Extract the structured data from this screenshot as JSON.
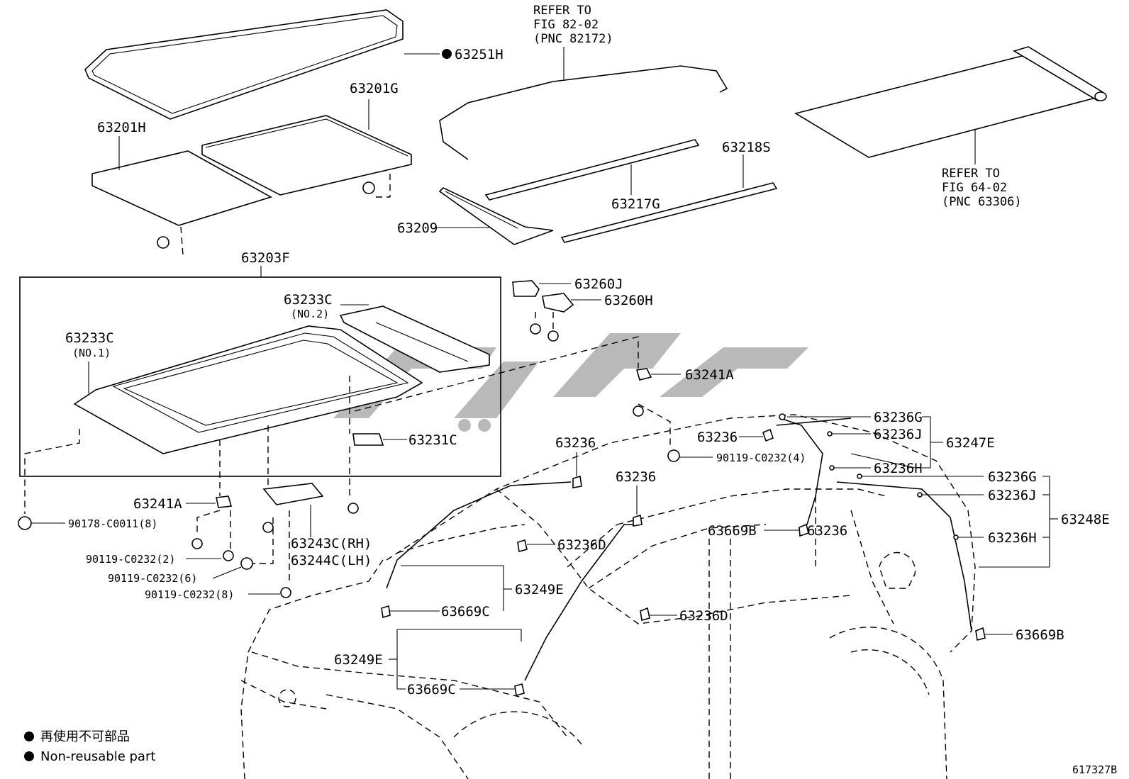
{
  "labels": {
    "p63251H": "63251H",
    "p63201G": "63201G",
    "p63201H": "63201H",
    "p63218S": "63218S",
    "p63217G": "63217G",
    "p63209": "63209",
    "p63203F": "63203F",
    "p63260J": "63260J",
    "p63260H": "63260H",
    "p63233C_no2": "63233C",
    "no2": "(NO.2)",
    "p63233C_no1": "63233C",
    "no1": "(NO.1)",
    "p63241A_top": "63241A",
    "p63231C": "63231C",
    "p63236G_top": "63236G",
    "p63236_a": "63236",
    "p63236J_top": "63236J",
    "p63247E": "63247E",
    "b90119_4": "90119-C0232(4)",
    "p63236H_top": "63236H",
    "p63236G_mid": "63236G",
    "p63236_b": "63236",
    "p63236_c": "63236",
    "p63236J_mid": "63236J",
    "p63248E": "63248E",
    "p63241A_left": "63241A",
    "b90178": "90178-C0011(8)",
    "p63669B_a": "63669B",
    "p63236_d": "63236",
    "p63236H_mid": "63236H",
    "p63236D_a": "63236D",
    "p63243C": "63243C(RH)",
    "p63244C": "63244C(LH)",
    "b90119_2": "90119-C0232(2)",
    "b90119_6": "90119-C0232(6)",
    "b90119_8": "90119-C0232(8)",
    "p63249E_a": "63249E",
    "p63669C_a": "63669C",
    "p63236D_b": "63236D",
    "p63669B_b": "63669B",
    "p63249E_b": "63249E",
    "p63669C_b": "63669C"
  },
  "refs": {
    "ref1": [
      "REFER TO",
      "FIG 82-02",
      "(PNC 82172)"
    ],
    "ref2": [
      "REFER TO",
      "FIG 64-02",
      "(PNC 63306)"
    ]
  },
  "legend": {
    "jp": "再使用不可部品",
    "en": "Non-reusable part"
  },
  "figure_id": "617327B"
}
